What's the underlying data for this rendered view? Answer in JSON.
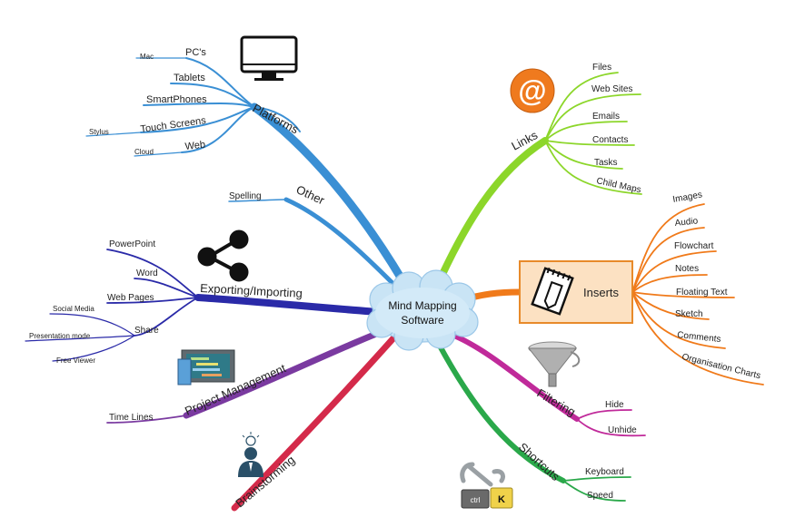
{
  "center": {
    "line1": "Mind Mapping",
    "line2": "Software"
  },
  "branches": {
    "platforms": {
      "label": "Platforms",
      "color": "#3a8fd4",
      "icon": "monitor-icon",
      "children": {
        "pcs": {
          "label": "PC's",
          "sub": {
            "mac": "Mac"
          }
        },
        "tablets": "Tablets",
        "smartphones": "SmartPhones",
        "touch": {
          "label": "Touch Screens",
          "sub": {
            "stylus": "Stylus"
          }
        },
        "web": {
          "label": "Web",
          "sub": {
            "cloud": "Cloud"
          }
        }
      }
    },
    "other": {
      "label": "Other",
      "color": "#3a8fd4",
      "children": {
        "spelling": "Spelling"
      }
    },
    "exporting": {
      "label": "Exporting/Importing",
      "color": "#2a2aa8",
      "icon": "share-icon",
      "children": {
        "powerpoint": "PowerPoint",
        "word": "Word",
        "webpages": "Web Pages",
        "share": {
          "label": "Share",
          "sub": {
            "social": "Social Media",
            "presentation": "Presentation mode",
            "viewer": "Free Viewer"
          }
        }
      }
    },
    "project": {
      "label": "Project Management",
      "color": "#7a3aa0",
      "icon": "gantt-chart-icon",
      "children": {
        "timelines": "Time Lines"
      }
    },
    "brainstorming": {
      "label": "Brainstorming",
      "color": "#d42a4a",
      "icon": "idea-person-icon"
    },
    "links": {
      "label": "Links",
      "color": "#8cd62a",
      "icon": "at-sign-icon",
      "icon_glyph": "@",
      "children": {
        "files": "Files",
        "websites": "Web Sites",
        "emails": "Emails",
        "contacts": "Contacts",
        "tasks": "Tasks",
        "childmaps": "Child Maps"
      }
    },
    "inserts": {
      "label": "Inserts",
      "color": "#f07a1a",
      "icon": "notepad-pencil-icon",
      "children": {
        "images": "Images",
        "audio": "Audio",
        "flowchart": "Flowchart",
        "notes": "Notes",
        "floating": "Floating Text",
        "sketch": "Sketch",
        "comments": "Comments",
        "orgcharts": "Organisation Charts"
      }
    },
    "filtering": {
      "label": "Filtering",
      "color": "#c02a9a",
      "icon": "funnel-icon",
      "children": {
        "hide": "Hide",
        "unhide": "Unhide"
      }
    },
    "shortcuts": {
      "label": "Shortcuts",
      "color": "#2aa84a",
      "icon": "keyboard-shortcut-icon",
      "key_ctrl": "ctrl",
      "key_k": "K",
      "children": {
        "keyboard": "Keyboard",
        "speed": "Speed"
      }
    }
  }
}
